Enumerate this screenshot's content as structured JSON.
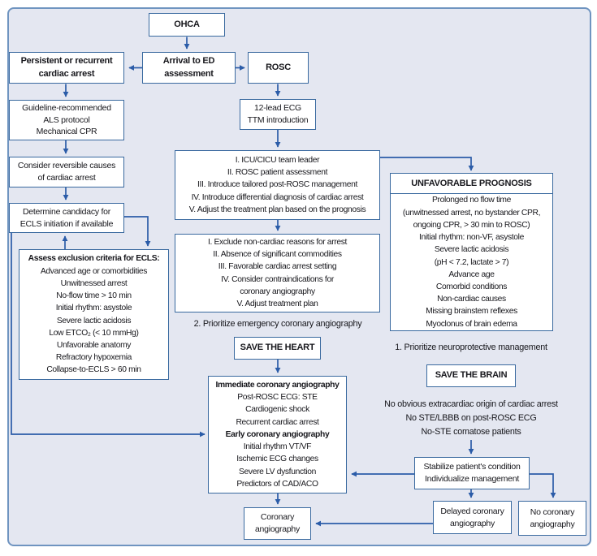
{
  "colors": {
    "bg": "#e4e7f1",
    "outer-border": "#6f94c0",
    "box-border": "#39699f",
    "arrow": "#2b5ca8",
    "text": "#17171c"
  },
  "nodes": {
    "ohca": {
      "label": "OHCA"
    },
    "arrival": {
      "lines": [
        "Arrival to ED",
        "assessment"
      ]
    },
    "persistent": {
      "lines": [
        "Persistent or recurrent",
        "cardiac arrest"
      ]
    },
    "rosc": {
      "label": "ROSC"
    },
    "guideline": {
      "lines": [
        "Guideline-recommended",
        "ALS protocol",
        "Mechanical CPR"
      ]
    },
    "reversible": {
      "lines": [
        "Consider reversible causes",
        "of cardiac arrest"
      ]
    },
    "candidacy": {
      "lines": [
        "Determine candidacy for",
        "ECLS initiation if available"
      ]
    },
    "assess": {
      "title": "Assess exclusion criteria for ECLS:",
      "lines": [
        "Advanced age or comorbidities",
        "Unwitnessed arrest",
        "No-flow time > 10 min",
        "Initial rhythm: asystole",
        "Severe lactic acidosis",
        "Low ETCO₂ (< 10 mmHg)",
        "Unfavorable anatomy",
        "Refractory hypoxemia",
        "Collapse-to-ECLS > 60 min"
      ]
    },
    "ecg12": {
      "lines": [
        "12-lead ECG",
        "TTM introduction"
      ]
    },
    "team": {
      "lines": [
        "I. ICU/CICU team leader",
        "II. ROSC patient assessment",
        "III. Introduce tailored post-ROSC management",
        "IV. Introduce differential diagnosis of cardiac arrest",
        "V. Adjust the treatment plan based on the prognosis"
      ]
    },
    "exclude": {
      "lines": [
        "I. Exclude non-cardiac reasons for arrest",
        "II. Absence of significant commodities",
        "III. Favorable cardiac arrest setting",
        "IV. Consider contraindications for",
        "coronary angiography",
        "V. Adjust treatment plan"
      ]
    },
    "prioritize_heart": {
      "label": "2. Prioritize emergency coronary angiography"
    },
    "save_heart": {
      "label": "SAVE THE HEART"
    },
    "angio": {
      "immediate_title": "Immediate coronary angiography",
      "immediate_lines": [
        "Post-ROSC ECG: STE",
        "Cardiogenic shock",
        "Recurrent cardiac arrest"
      ],
      "early_title": "Early coronary angiography",
      "early_lines": [
        "Initial rhythm VT/VF",
        "Ischemic ECG changes",
        "Severe LV dysfunction",
        "Predictors of CAD/ACO"
      ]
    },
    "coronary": {
      "lines": [
        "Coronary",
        "angiography"
      ]
    },
    "unfavorable": {
      "title": "UNFAVORABLE PROGNOSIS",
      "lines": [
        "Prolonged no flow time",
        "(unwitnessed arrest, no bystander CPR,",
        "ongoing CPR, > 30 min to ROSC)",
        "Initial rhythm: non-VF, asystole",
        "Severe lactic acidosis",
        "(pH < 7.2, lactate > 7)",
        "Advance age",
        "Comorbid conditions",
        "Non-cardiac causes",
        "Missing brainstem reflexes",
        "Myoclonus of brain edema"
      ]
    },
    "prioritize_brain": {
      "label": "1. Prioritize neuroprotective management"
    },
    "save_brain": {
      "label": "SAVE THE BRAIN"
    },
    "extracardiac": {
      "lines": [
        "No obvious extracardiac origin of cardiac arrest",
        "No STE/LBBB on post-ROSC ECG",
        "No-STE comatose patients"
      ]
    },
    "stabilize": {
      "lines": [
        "Stabilize patient's condition",
        "Individualize management"
      ]
    },
    "delayed": {
      "lines": [
        "Delayed coronary",
        "angiography"
      ]
    },
    "no_coronary": {
      "lines": [
        "No coronary",
        "angiography"
      ]
    }
  }
}
